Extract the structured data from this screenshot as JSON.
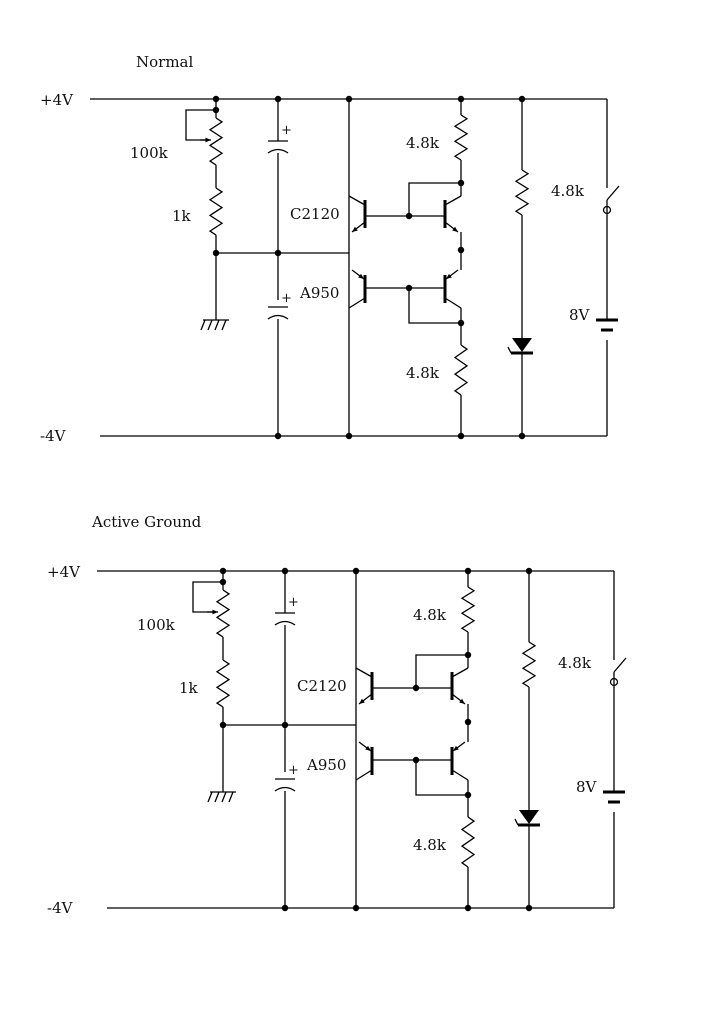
{
  "circuits": [
    {
      "title": "Normal",
      "labels": {
        "vpos": "+4V",
        "vneg": "-4V",
        "pot": "100k",
        "r1k": "1k",
        "rtop": "4.8k",
        "rbot": "4.8k",
        "rsw": "4.8k",
        "npn": "C2120",
        "pnp": "A950",
        "batt": "8V",
        "cap_plus_top": "+",
        "cap_plus_bot": "+"
      }
    },
    {
      "title": "Active Ground",
      "labels": {
        "vpos": "+4V",
        "vneg": "-4V",
        "pot": "100k",
        "r1k": "1k",
        "rtop": "4.8k",
        "rbot": "4.8k",
        "rsw": "4.8k",
        "npn": "C2120",
        "pnp": "A950",
        "batt": "8V",
        "cap_plus_top": "+",
        "cap_plus_bot": "+"
      }
    }
  ]
}
